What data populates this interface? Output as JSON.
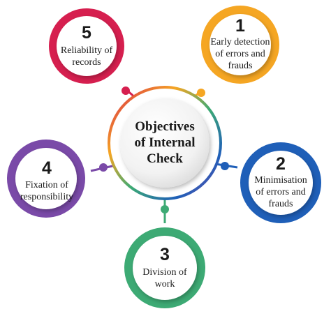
{
  "center": {
    "title": "Objectives of Internal Check"
  },
  "objectives": [
    {
      "number": "1",
      "label": "Early detection of errors and frauds",
      "color": "#f5a623"
    },
    {
      "number": "2",
      "label": "Minimisation of errors and frauds",
      "color": "#1f5fb8"
    },
    {
      "number": "3",
      "label": "Division of work",
      "color": "#3daa74"
    },
    {
      "number": "4",
      "label": "Fixation of responsibility",
      "color": "#7a4aa8"
    },
    {
      "number": "5",
      "label": "Reliability of records",
      "color": "#d61f4f"
    }
  ]
}
